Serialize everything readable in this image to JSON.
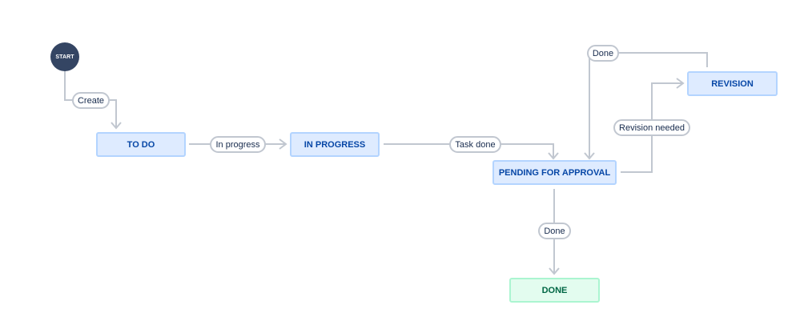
{
  "start": {
    "label": "START"
  },
  "statuses": {
    "todo": {
      "label": "TO DO"
    },
    "in_progress": {
      "label": "IN PROGRESS"
    },
    "pending": {
      "label": "PENDING FOR APPROVAL"
    },
    "revision": {
      "label": "REVISION"
    },
    "done": {
      "label": "DONE"
    }
  },
  "transitions": {
    "create": "Create",
    "in_progress": "In progress",
    "task_done": "Task done",
    "done_from_revision": "Done",
    "revision_needed": "Revision needed",
    "done_final": "Done"
  },
  "colors": {
    "start_fill": "#344563",
    "status_blue_bg": "#deebff",
    "status_blue_border": "#b3d4ff",
    "status_blue_text": "#0747a6",
    "status_green_bg": "#e3fcef",
    "status_green_border": "#abf5d1",
    "status_green_text": "#006644",
    "connector": "#c1c7d0"
  }
}
